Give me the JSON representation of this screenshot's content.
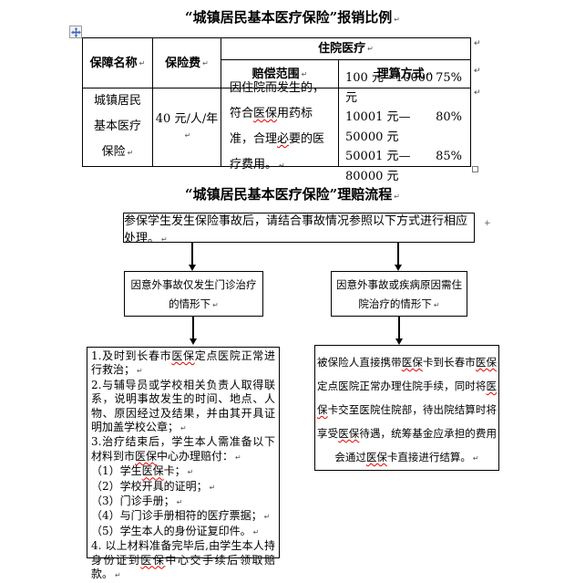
{
  "marks": {
    "return": "↵",
    "anchor": "+"
  },
  "colors": {
    "spellcheck": "#e60000",
    "move_handle_arrow": "#3a66c0",
    "border": "#000000"
  },
  "titles": {
    "reimbursement": "“城镇居民基本医疗保险”报销比例",
    "claims": "“城镇居民基本医疗保险”理赔流程"
  },
  "table": {
    "headers": {
      "name": "保障名称",
      "fee": "保险费",
      "hospital_group": "住院医疗",
      "scope": "赔偿范围",
      "method": "理算方式"
    },
    "body": {
      "name": [
        [
          {
            "t": "城镇居民"
          }
        ],
        [
          {
            "t": "基本医疗"
          }
        ],
        [
          {
            "t": "保险"
          },
          {
            "t": "↵",
            "m": true
          }
        ]
      ],
      "fee": [
        [
          {
            "t": "40 元/人/年"
          },
          {
            "t": "↵",
            "m": true
          }
        ]
      ],
      "scope": [
        [
          {
            "t": "因住院而发生的，符合"
          },
          {
            "t": "医保",
            "w": true
          },
          {
            "t": "用药标准，合理"
          },
          {
            "t": "必",
            "w": true
          },
          {
            "t": "要的医疗费用。"
          },
          {
            "t": "↵",
            "m": true
          }
        ]
      ],
      "tiers": [
        {
          "range": "100 元—10000 元",
          "rate": "75%"
        },
        {
          "range": "10001 元—50000 元",
          "rate": "80%"
        },
        {
          "range": "50001 元—80000 元",
          "rate": "85%"
        }
      ]
    }
  },
  "flow": {
    "start": [
      [
        {
          "t": "参保学生发生保险事故后，请结合事故情况参照以下方式进行相应处理。"
        },
        {
          "t": "↵",
          "m": true
        }
      ]
    ],
    "left_branch": [
      [
        {
          "t": "因意外事故仅发生门诊治疗"
        }
      ],
      [
        {
          "t": "的情形下"
        },
        {
          "t": "↵",
          "m": true
        }
      ]
    ],
    "right_branch": [
      [
        {
          "t": "因意外事故或疾病原因需住"
        }
      ],
      [
        {
          "t": "院治疗的情形下"
        },
        {
          "t": "↵",
          "m": true
        }
      ]
    ],
    "left_detail": [
      [
        {
          "t": "1.及时到长春市"
        },
        {
          "t": "医保",
          "w": true
        },
        {
          "t": "定点医院正常进行救治；"
        },
        {
          "t": "↵",
          "m": true
        }
      ],
      [
        {
          "t": "2.与辅导员或学校相关负责人取得联系，说明事故发生的时间、地点、人物、原因经过及结果，并由其开具证明加盖学校公章；"
        },
        {
          "t": "↵",
          "m": true
        }
      ],
      [
        {
          "t": "3.治疗结束后，学生本人需准备以下材料到市"
        },
        {
          "t": "医保",
          "w": true
        },
        {
          "t": "中心办理赔付："
        },
        {
          "t": "↵",
          "m": true
        }
      ],
      [
        {
          "t": "（1）学生"
        },
        {
          "t": "医保",
          "w": true
        },
        {
          "t": "卡；"
        },
        {
          "t": "↵",
          "m": true
        }
      ],
      [
        {
          "t": "（2）学校开具的证明；"
        },
        {
          "t": "↵",
          "m": true
        }
      ],
      [
        {
          "t": "（3）门诊手册；"
        },
        {
          "t": "↵",
          "m": true
        }
      ],
      [
        {
          "t": "（4）与门诊手册相符的医疗票据；"
        },
        {
          "t": "↵",
          "m": true
        }
      ],
      [
        {
          "t": "（5）学生本人的身份证复印件。"
        },
        {
          "t": "↵",
          "m": true
        }
      ],
      [
        {
          "t": "4. 以上材料准备完毕后,由学生本人持身份证到"
        },
        {
          "t": "医保",
          "w": true
        },
        {
          "t": "中心交手续后领取赔款。"
        },
        {
          "t": "↵",
          "m": true
        }
      ]
    ],
    "right_detail": [
      [
        {
          "t": "被保险人直接携带"
        },
        {
          "t": "医保",
          "w": true
        },
        {
          "t": "卡到长春市"
        },
        {
          "t": "医保",
          "w": true
        },
        {
          "t": "定点医院正常办理住院手续，同时将"
        },
        {
          "t": "医保",
          "w": true
        },
        {
          "t": "卡交至医院住院部，待出院结算时将享受"
        },
        {
          "t": "医保",
          "w": true
        },
        {
          "t": "待遇，统筹基金应承担的费用会通过"
        },
        {
          "t": "医保",
          "w": true
        },
        {
          "t": "卡直接进行结算。"
        },
        {
          "t": "↵",
          "m": true
        }
      ]
    ]
  }
}
